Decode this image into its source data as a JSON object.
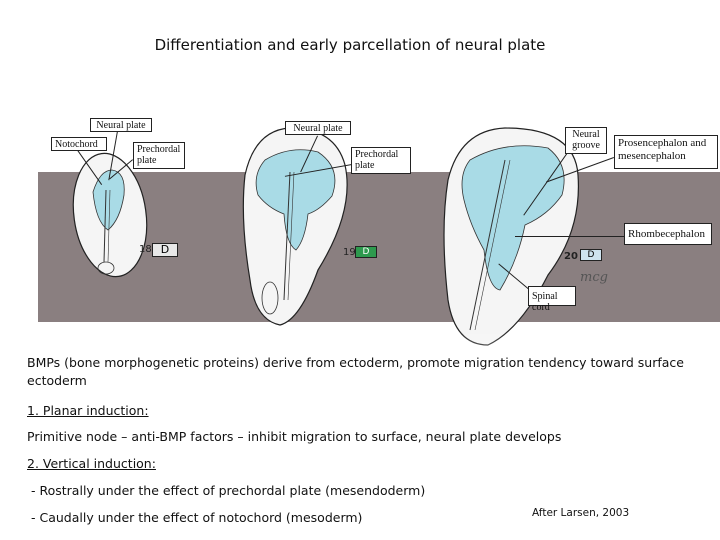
{
  "title": "Differentiation and early parcellation of neural plate",
  "labels": {
    "neural_plate_1": "Neural plate",
    "notochord": "Notochord",
    "prechordal_plate_1": "Prechordal plate",
    "neural_plate_2": "Neural plate",
    "prechordal_plate_2": "Prechordal plate",
    "neural_groove": "Neural groove",
    "prosencephalon": "Prosencephalon and mesencephalon",
    "rhombencephalon": "Rhombecephalon",
    "spinal_cord": "Spinal cord"
  },
  "stages": {
    "s18": "18",
    "s19": "19",
    "s20": "20",
    "d1": "D",
    "d2": "D",
    "d3": "D"
  },
  "watermark": "mcg",
  "colors": {
    "neural_plate_fill": "#a9dbe6",
    "band": "#8a7f80",
    "d2_fill": "#2e9a4e"
  },
  "text": {
    "bmp": "BMPs (bone morphogenetic proteins) derive from ectoderm, promote migration tendency toward surface ectoderm",
    "planar_heading": "1. Planar induction:",
    "planar_body": "Primitive node – anti-BMP factors – inhibit migration to surface, neural plate develops",
    "vertical_heading": "2. Vertical induction:",
    "vertical_1": "- Rostrally under the effect of prechordal plate (mesendoderm)",
    "vertical_2": "- Caudally under the effect of notochord (mesoderm)",
    "credit": "After Larsen, 2003"
  }
}
